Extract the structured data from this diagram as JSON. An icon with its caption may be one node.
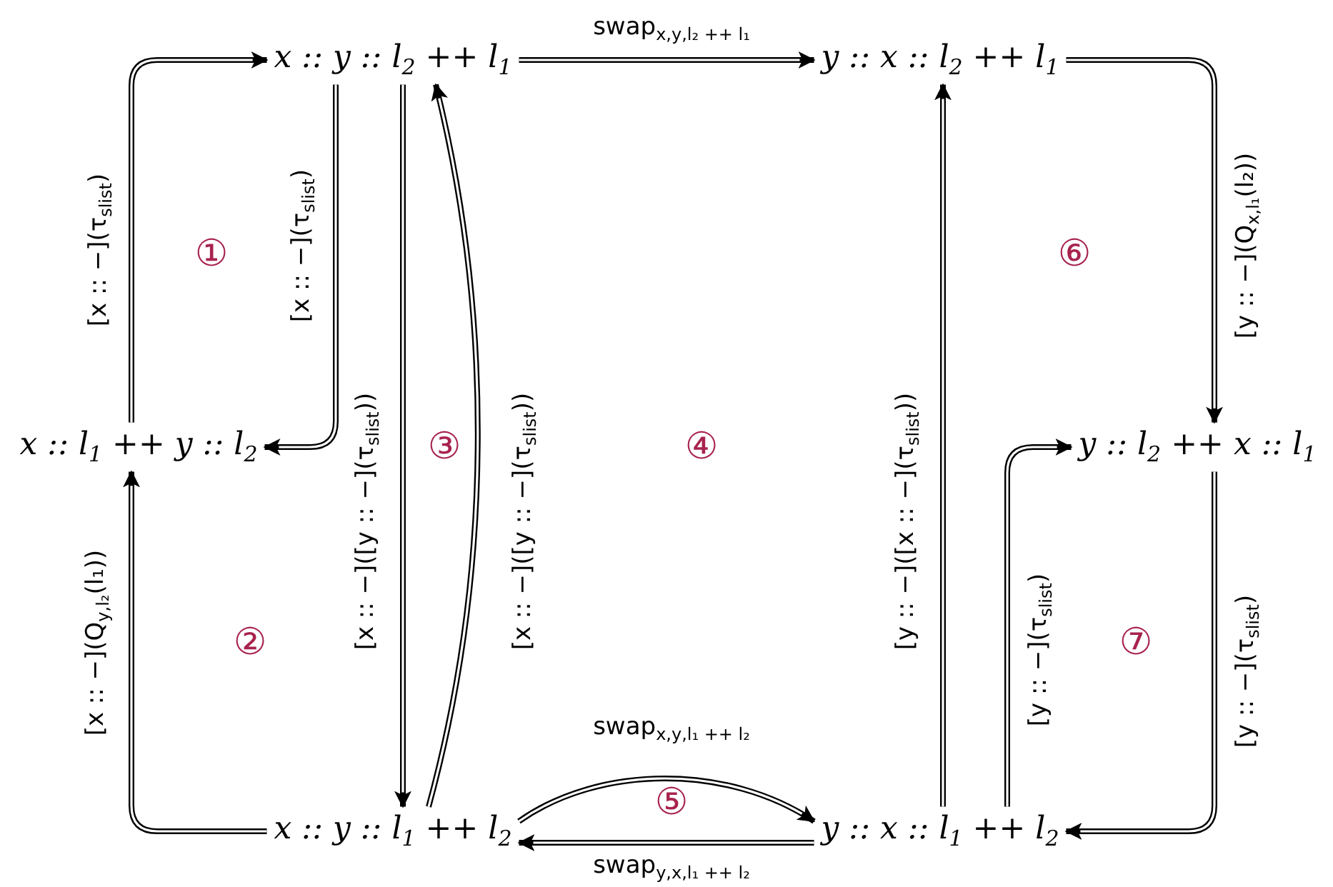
{
  "diagram": {
    "nodes": [
      {
        "text": [
          "x :: y :: l$_{2}$ ++ l$_{1}$"
        ]
      },
      {
        "text": [
          "y :: x :: l$_{2}$ ++ l$_{1}$"
        ]
      },
      {
        "text": [
          "x :: l$_{1}$ ++ y :: l$_{2}$"
        ]
      },
      {
        "text": [
          "y :: l$_{2}$ ++ x :: l$_{1}$"
        ]
      },
      {
        "text": [
          "x :: y :: l$_{1}$ ++ l$_{2}$"
        ]
      },
      {
        "text": [
          "y :: x :: l$_{1}$ ++ l$_{2}$"
        ]
      }
    ],
    "edges": [
      {
        "from": 0,
        "to": 1,
        "arrow": "to",
        "label": "swap$_{x,y,l₂ ++ l₁}$"
      },
      {
        "from": 2,
        "to": 0,
        "arrow": "to",
        "label": "[x :: −](τ$_{slist}$)"
      },
      {
        "from": 0,
        "to": 2,
        "arrow": "to",
        "label": "[x :: −](τ$_{slist}$)"
      },
      {
        "from": 0,
        "to": 4,
        "arrow": "to",
        "label": "[x :: −]([y :: −](τ$_{slist}$))"
      },
      {
        "from": 4,
        "to": 0,
        "arrow": "to",
        "label": "[x :: −]([y :: −](τ$_{slist}$))"
      },
      {
        "from": 5,
        "to": 1,
        "arrow": "to",
        "label": "[y :: −]([x :: −](τ$_{slist}$))"
      },
      {
        "from": 1,
        "to": 3,
        "arrow": "to",
        "label": "[y :: −](Q$_{x,l₁}$(l₂))"
      },
      {
        "from": 4,
        "to": 2,
        "arrow": "to",
        "label": "[x :: −](Q$_{y,l₂}$(l₁))"
      },
      {
        "from": 5,
        "to": 3,
        "arrow": "to",
        "label": "[y :: −](τ$_{slist}$)"
      },
      {
        "from": 3,
        "to": 5,
        "arrow": "to",
        "label": "[y :: −](τ$_{slist}$)"
      },
      {
        "from": 4,
        "to": 5,
        "arrow": "to",
        "label": "swap$_{x,y,l₁ ++ l₂}$"
      },
      {
        "from": 5,
        "to": 4,
        "arrow": "to",
        "label": "swap$_{y,x,l₁ ++ l₂}$"
      }
    ],
    "labels": [
      "①",
      "⑥",
      "③",
      "④",
      "②",
      "⑦",
      "⑤"
    ]
  }
}
